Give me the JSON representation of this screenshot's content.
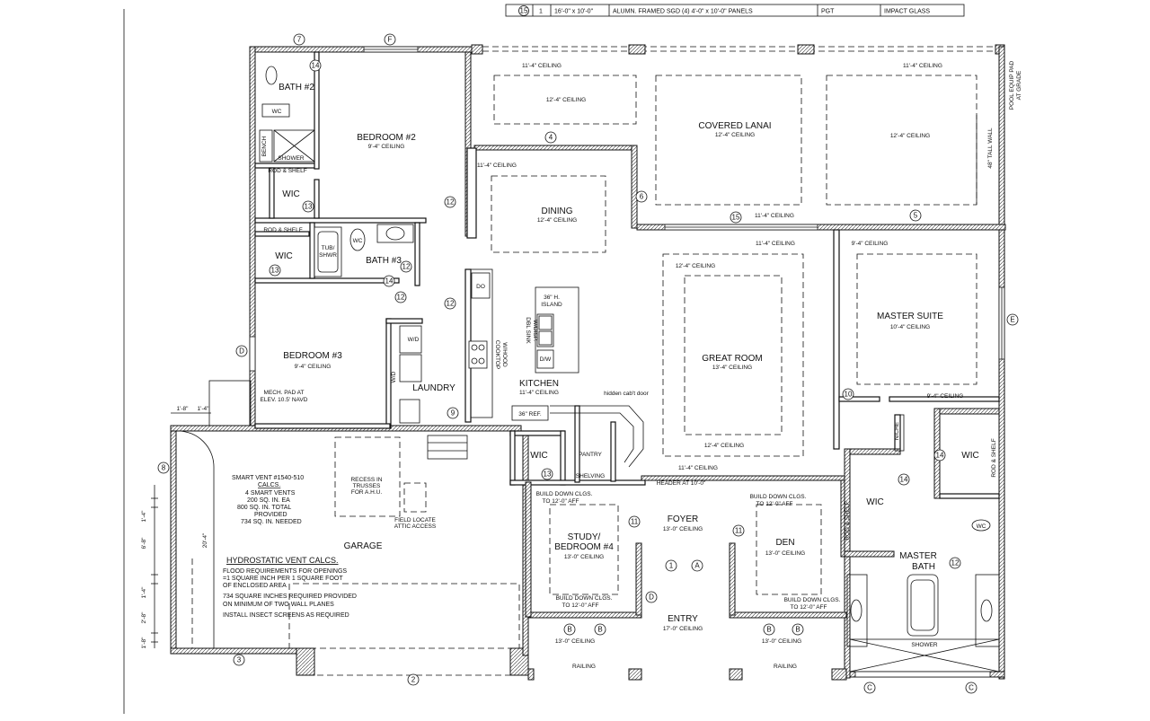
{
  "schedule": {
    "tag": "15",
    "qty": "1",
    "size": "16'-0\" x 10'-0\"",
    "desc": "ALUMN. FRAMED SGD (4) 4'-0\" x 10'-0\" PANELS",
    "mfr": "PGT",
    "glass": "IMPACT GLASS"
  },
  "rooms": {
    "bath2": "BATH #2",
    "bedroom2": "BEDROOM #2",
    "bedroom2_ceil": "9'-4\" CEILING",
    "wic_a": "WIC",
    "wic_b": "WIC",
    "bath3": "BATH #3",
    "bedroom3": "BEDROOM #3",
    "bedroom3_ceil": "9'-4\" CEILING",
    "laundry": "LAUNDRY",
    "kitchen": "KITCHEN",
    "kitchen_ceil": "11'-4\" CEILING",
    "dining": "DINING",
    "dining_ceil": "12'-4\" CEILING",
    "lanai": "COVERED LANAI",
    "lanai_ceil": "12'-4\" CEILING",
    "great": "GREAT ROOM",
    "great_ceil": "13'-4\" CEILING",
    "master": "MASTER SUITE",
    "master_ceil": "10'-4\" CEILING",
    "pantry": "PANTRY",
    "shelving": "SHELVING",
    "wic_c": "WIC",
    "study": "STUDY/",
    "study2": "BEDROOM #4",
    "study_ceil": "13'-0\" CEILING",
    "foyer": "FOYER",
    "foyer_ceil": "13'-0\" CEILING",
    "den": "DEN",
    "den_ceil": "13'-0\" CEILING",
    "entry": "ENTRY",
    "entry_ceil": "17'-0\" CEILING",
    "wic_d": "WIC",
    "wic_e": "WIC",
    "masterbath": "MASTER",
    "masterbath2": "BATH",
    "garage": "GARAGE"
  },
  "labels": {
    "ceil_11_4": "11'-4\" CEILING",
    "ceil_12_4": "12'-4\" CEILING",
    "ceil_9_4": "9'-4\" CEILING",
    "ceil_13_0": "13'-0\" CEILING",
    "shower": "SHOWER",
    "bench": "BENCH",
    "wc": "WC",
    "rod_shelf": "ROD & SHELF",
    "tub_shwr": "TUB/",
    "tub_shwr2": "SHWR",
    "do": "DO",
    "island": "36\" H.",
    "island2": "ISLAND",
    "sink": "DBL SINK",
    "sink2": "W/DISP.",
    "dw": "D/W",
    "cooktop": "COOKTOP",
    "cooktop2": "W/HOOD",
    "ref": "36\" REF.",
    "hidden": "hidden cab't door",
    "header": "HEADER AT 10'-0\"",
    "build_down": "BUILD DOWN CLGS.",
    "build_down2": "TO 12'-0\" AFF",
    "railing": "RAILING",
    "niche": "NICHE",
    "tall_wall": "48\" TALL WALL",
    "pool": "POOL EQUIP PAD",
    "pool2": "AT GRADE",
    "mech": "MECH. PAD AT",
    "mech2": "ELEV. 10.5' NAVD",
    "recess": "RECESS IN",
    "recess2": "TRUSSES",
    "recess3": "FOR A.H.U.",
    "field": "FIELD LOCATE",
    "field2": "ATTIC ACCESS",
    "wd": "W/D",
    "dim_1_8": "1'-8\"",
    "dim_1_4": "1'-4\"",
    "dim_6_8": "6'-8\"",
    "dim_20_4": "20'-4\"",
    "dim_2_8": "2'-8\""
  },
  "smart_vent": [
    "SMART VENT #1540-510",
    "CALCS.",
    "4 SMART VENTS",
    "200 SQ. IN. EA",
    "800 SQ. IN. TOTAL",
    "PROVIDED",
    "734 SQ. IN. NEEDED"
  ],
  "hydro": [
    "HYDROSTATIC VENT CALCS.",
    "FLOOD REQUIREMENTS FOR OPENINGS",
    "=1 SQUARE INCH PER 1 SQUARE FOOT",
    "OF ENCLOSED AREA",
    "734 SQUARE INCHES REQUIRED PROVIDED",
    "ON MINIMUM OF TWO WALL PLANES",
    "INSTALL INSECT SCREENS AS REQUIRED"
  ],
  "tags": {
    "t7": "7",
    "tF": "F",
    "t14a": "14",
    "t4": "4",
    "t12a": "12",
    "t13a": "13",
    "t6": "6",
    "t15": "15",
    "t5": "5",
    "t12b": "12",
    "t14b": "14",
    "t13b": "13",
    "t12c": "12",
    "t12d": "12",
    "tD": "D",
    "tE": "E",
    "t10": "10",
    "t9": "9",
    "t8": "8",
    "t13c": "13",
    "t11a": "11",
    "t11b": "11",
    "t1": "1",
    "tA": "A",
    "tD2": "D",
    "t14c": "14",
    "t14d": "14",
    "t12e": "12",
    "tB1": "B",
    "tB2": "B",
    "tB3": "B",
    "tB4": "B",
    "t3": "3",
    "t2": "2",
    "tC1": "C",
    "tC2": "C"
  }
}
